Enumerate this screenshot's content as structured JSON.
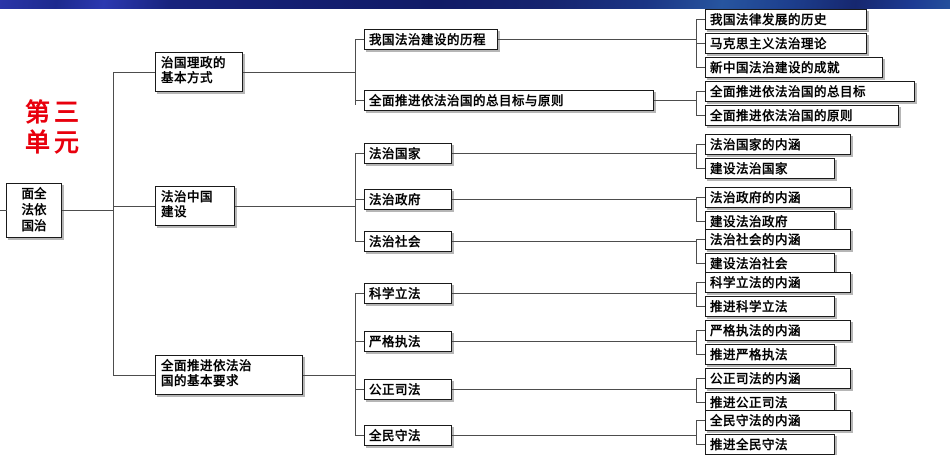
{
  "banner": {
    "name": "decorative-blue-banner",
    "color_left": "#2a35a8",
    "color_mid": "#111b66",
    "color_right": "#24509c"
  },
  "unit_title": {
    "line1": "第三",
    "line2": "单元",
    "color": "#e8000d"
  },
  "root": {
    "label": "全面依法治国",
    "col_right": [
      "全",
      "依",
      "治"
    ],
    "col_left": [
      "面",
      "法",
      "国"
    ]
  },
  "level2": [
    {
      "label_line1": "治国理政的",
      "label_line2": "基本方式"
    },
    {
      "label_line1": "法治中国",
      "label_line2": "建设"
    },
    {
      "label_line1": "全面推进依法治",
      "label_line2": "国的基本要求"
    }
  ],
  "level3": [
    {
      "label": "我国法治建设的历程"
    },
    {
      "label": "全面推进依法治国的总目标与原则"
    },
    {
      "label": "法治国家"
    },
    {
      "label": "法治政府"
    },
    {
      "label": "法治社会"
    },
    {
      "label": "科学立法"
    },
    {
      "label": "严格执法"
    },
    {
      "label": "公正司法"
    },
    {
      "label": "全民守法"
    }
  ],
  "level4": [
    {
      "label": "我国法律发展的历史"
    },
    {
      "label": "马克思主义法治理论"
    },
    {
      "label": "新中国法治建设的成就"
    },
    {
      "label": "全面推进依法治国的总目标"
    },
    {
      "label": "全面推进依法治国的原则"
    },
    {
      "label": "法治国家的内涵"
    },
    {
      "label": "建设法治国家"
    },
    {
      "label": "法治政府的内涵"
    },
    {
      "label": "建设法治政府"
    },
    {
      "label": "法治社会的内涵"
    },
    {
      "label": "建设法治社会"
    },
    {
      "label": "科学立法的内涵"
    },
    {
      "label": "推进科学立法"
    },
    {
      "label": "严格执法的内涵"
    },
    {
      "label": "推进严格执法"
    },
    {
      "label": "公正司法的内涵"
    },
    {
      "label": "推进公正司法"
    },
    {
      "label": "全民守法的内涵"
    },
    {
      "label": "推进全民守法"
    }
  ]
}
